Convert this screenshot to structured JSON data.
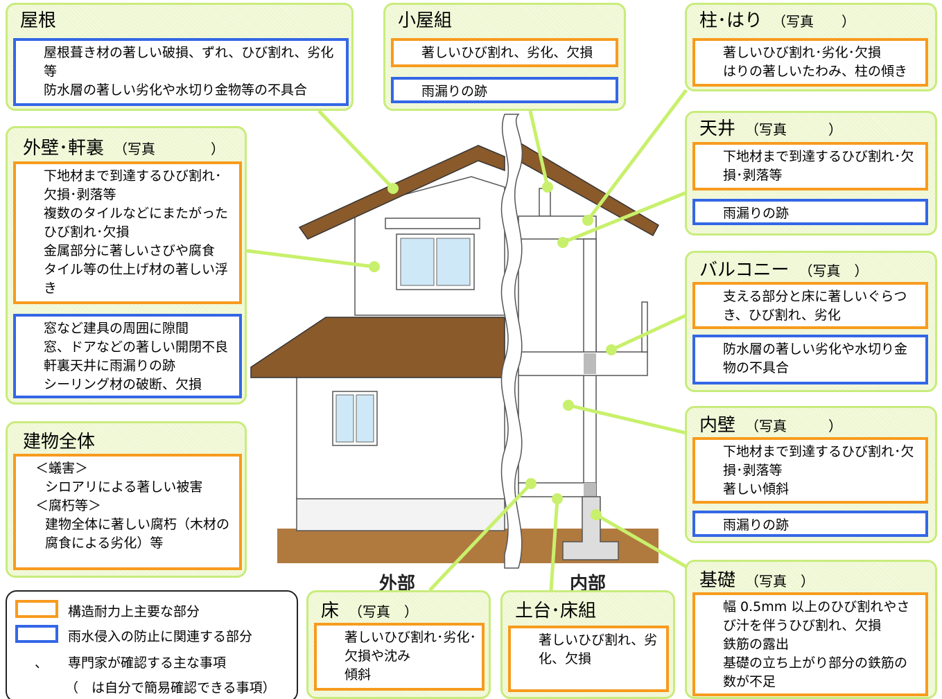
{
  "colors": {
    "structural": "#f79b1e",
    "rain": "#3367e6",
    "panel_fill": "#f3f9dc",
    "panel_border": "#c8ec7c",
    "roof": "#8a5a2b",
    "ground": "#b07a3e"
  },
  "labels": {
    "exterior": "外部",
    "interior": "内部"
  },
  "panels": {
    "roof": {
      "title": "屋根",
      "blue": [
        "屋根葺き材の著しい破損、ずれ、ひび割れ、劣化等",
        "防水層の著しい劣化や水切り金物等の不具合"
      ]
    },
    "attic": {
      "title": "小屋組",
      "orange": [
        "著しいひび割れ、劣化、欠損"
      ],
      "blue": [
        "雨漏りの跡"
      ]
    },
    "column": {
      "title": "柱･はり",
      "sub": "（写真　　）",
      "orange": [
        "著しいひび割れ･劣化･欠損",
        "はりの著しいたわみ、柱の傾き"
      ]
    },
    "wall": {
      "title": "外壁･軒裏",
      "sub": "（写真　　　　）",
      "orange": [
        "下地材まで到達するひび割れ･欠損･剥落等",
        "複数のタイルなどにまたがったひび割れ･欠損",
        "金属部分に著しいさびや腐食",
        "タイル等の仕上げ材の著しい浮き"
      ],
      "blue": [
        "窓など建具の周囲に隙間",
        "窓、ドアなどの著しい開閉不良",
        "軒裏天井に雨漏りの跡",
        "シーリング材の破断、欠損"
      ]
    },
    "ceiling": {
      "title": "天井",
      "sub": "（写真　　　）",
      "orange": [
        "下地材まで到達するひび割れ･欠損･剥落等"
      ],
      "blue": [
        "雨漏りの跡"
      ]
    },
    "balcony": {
      "title": "バルコニー",
      "sub": "（写真　）",
      "orange": [
        "支える部分と床に著しいぐらつき、ひび割れ、劣化"
      ],
      "blue": [
        "防水層の著しい劣化や水切り金物の不具合"
      ]
    },
    "whole": {
      "title": "建物全体",
      "orange": [
        "＜蟻害＞",
        "シロアリによる著しい被害",
        "＜腐朽等＞",
        "建物全体に著しい腐朽（木材の腐食による劣化）等"
      ]
    },
    "interior_wall": {
      "title": "内壁",
      "sub": "（写真　　　）",
      "orange": [
        "下地材まで到達するひび割れ･欠損･剥落等",
        "著しい傾斜"
      ],
      "blue": [
        "雨漏りの跡"
      ]
    },
    "foundation": {
      "title": "基礎",
      "sub": "（写真　）",
      "orange": [
        "幅 0.5mm 以上のひび割れやさび汁を伴うひび割れ、欠損",
        "鉄筋の露出",
        "基礎の立ち上がり部分の鉄筋の数が不足"
      ]
    },
    "floor": {
      "title": "床",
      "sub": "（写真　）",
      "orange": [
        "著しいひび割れ･劣化･欠損や沈み",
        "傾斜"
      ]
    },
    "sill": {
      "title": "土台･床組",
      "orange": [
        "著しいひび割れ、劣化、欠損"
      ]
    }
  },
  "legend": {
    "structural": "構造耐力上主要な部分",
    "rain": "雨水侵入の防止に関連する部分",
    "check": "専門家が確認する主な事項",
    "self": "（　は自分で簡易確認できる事項）"
  }
}
